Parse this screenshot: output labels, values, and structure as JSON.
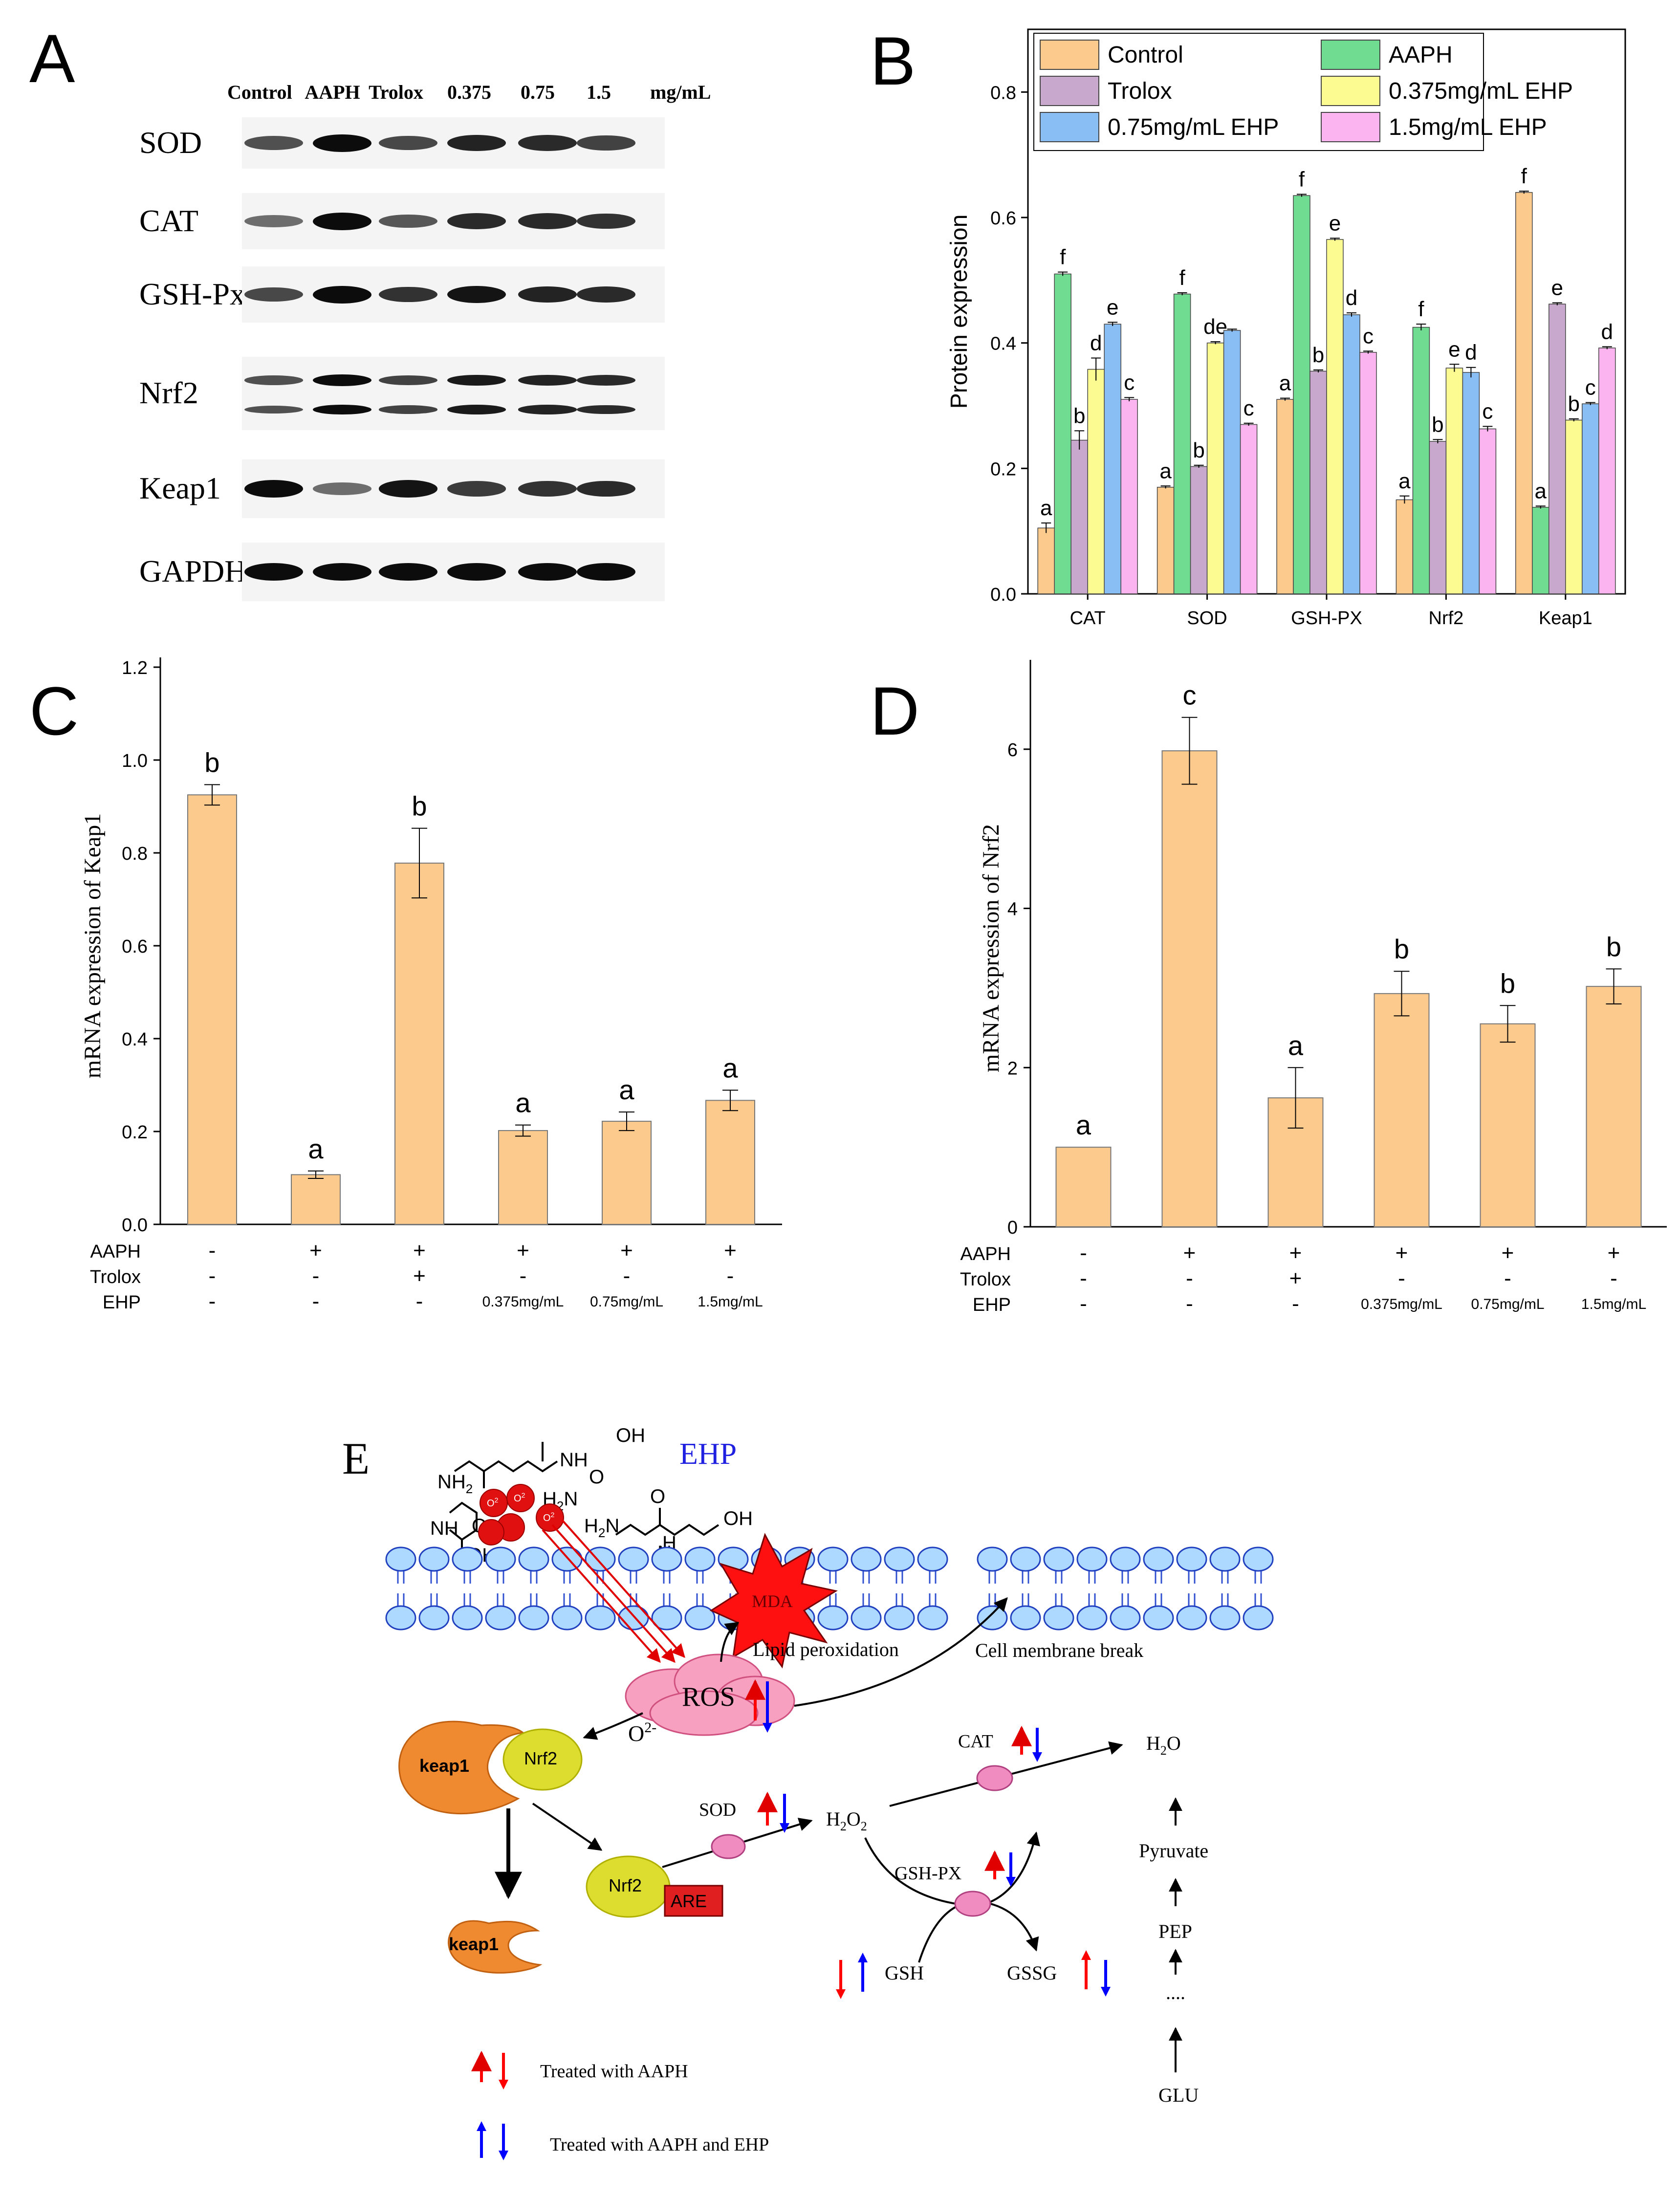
{
  "panels": {
    "A": {
      "label": "A",
      "lanes": [
        "Control",
        "AAPH",
        "Trolox",
        "0.375",
        "0.75",
        "1.5",
        "mg/mL"
      ],
      "rows": [
        {
          "name": "SOD",
          "intensity": [
            0.55,
            1.0,
            0.6,
            0.85,
            0.8,
            0.65
          ]
        },
        {
          "name": "CAT",
          "intensity": [
            0.35,
            1.0,
            0.5,
            0.8,
            0.8,
            0.75
          ]
        },
        {
          "name": "GSH-Px",
          "intensity": [
            0.6,
            1.0,
            0.75,
            0.95,
            0.85,
            0.8
          ]
        },
        {
          "name": "Nrf2",
          "intensity": [
            0.55,
            1.0,
            0.65,
            0.9,
            0.85,
            0.8
          ]
        },
        {
          "name": "Keap1",
          "intensity": [
            1.0,
            0.35,
            0.95,
            0.7,
            0.75,
            0.8
          ]
        },
        {
          "name": "GAPDH",
          "intensity": [
            1.0,
            1.0,
            1.0,
            1.0,
            1.0,
            1.0
          ]
        }
      ]
    },
    "B": {
      "label": "B"
    },
    "C": {
      "label": "C"
    },
    "D": {
      "label": "D"
    },
    "E": {
      "label": "E",
      "ehp": "EHP",
      "mda": "MDA",
      "lipid": "Lipid peroxidation",
      "membrane_break": "Cell membrane break",
      "ros": "ROS",
      "o2": "O",
      "o2_sup": "2-",
      "keap1": "keap1",
      "nrf2": "Nrf2",
      "are": "ARE",
      "sod": "SOD",
      "h2o2": "H",
      "h2o2_mid": "O",
      "cat": "CAT",
      "h2o": "H",
      "h2o_end": "O",
      "gshpx": "GSH-PX",
      "gsh": "GSH",
      "gssg": "GSSG",
      "pyruvate": "Pyruvate",
      "pep": "PEP",
      "dots": "....",
      "glu": "GLU",
      "nh2": "NH",
      "oh": "OH",
      "nh": "NH",
      "o": "O",
      "h2n": "H",
      "n": "N",
      "h": "H",
      "radical": "O",
      "sub2": "2",
      "legend_aaph": "Treated with AAPH",
      "legend_both": "Treated with AAPH and EHP"
    }
  },
  "colors": {
    "Control": "#fcca8c",
    "AAPH": "#6fdc92",
    "Trolox": "#c8a8cc",
    "EHP_0375": "#fbfb92",
    "EHP_075": "#88bef4",
    "EHP_15": "#fcb4f0",
    "up": "#ff0000",
    "down_blue": "#0000ff",
    "membrane": "#add8ff",
    "ros": "#f7a0c0",
    "keap1": "#f08a30",
    "nrf2": "#dddd30",
    "are": "#e02020"
  },
  "chart_data": [
    {
      "id": "B",
      "type": "bar",
      "title": "",
      "xlabel": "",
      "ylabel": "Protein expression",
      "ylim": [
        0,
        0.9
      ],
      "yticks": [
        0.0,
        0.2,
        0.4,
        0.6,
        0.8
      ],
      "ytick_labels": [
        "0.0",
        "0.2",
        "0.4",
        "0.6",
        "0.8"
      ],
      "categories": [
        "CAT",
        "SOD",
        "GSH-PX",
        "Nrf2",
        "Keap1"
      ],
      "legend_position": "top",
      "series": [
        {
          "name": "Control",
          "values": [
            0.105,
            0.17,
            0.31,
            0.15,
            0.64
          ],
          "errors": [
            0.008,
            0.002,
            0.002,
            0.006,
            0.002
          ],
          "letters": [
            "a",
            "a",
            "a",
            "a",
            "f"
          ]
        },
        {
          "name": "AAPH",
          "values": [
            0.51,
            0.478,
            0.635,
            0.425,
            0.138
          ],
          "errors": [
            0.003,
            0.002,
            0.002,
            0.005,
            0.002
          ],
          "letters": [
            "f",
            "f",
            "f",
            "f",
            "a"
          ]
        },
        {
          "name": "Trolox",
          "values": [
            0.245,
            0.203,
            0.355,
            0.243,
            0.462
          ],
          "errors": [
            0.015,
            0.002,
            0.002,
            0.003,
            0.002
          ],
          "letters": [
            "b",
            "b",
            "b",
            "b",
            "e"
          ]
        },
        {
          "name": "0.375mg/mL EHP",
          "values": [
            0.358,
            0.4,
            0.565,
            0.36,
            0.277
          ],
          "errors": [
            0.018,
            0.002,
            0.002,
            0.006,
            0.002
          ],
          "letters": [
            "d",
            "de",
            "e",
            "e",
            "b"
          ]
        },
        {
          "name": "0.75mg/mL EHP",
          "values": [
            0.43,
            0.42,
            0.445,
            0.353,
            0.303
          ],
          "errors": [
            0.003,
            0.002,
            0.003,
            0.008,
            0.002
          ],
          "letters": [
            "e",
            "",
            "d",
            "d",
            "c"
          ]
        },
        {
          "name": "1.5mg/mL EHP",
          "values": [
            0.31,
            0.27,
            0.385,
            0.263,
            0.392
          ],
          "errors": [
            0.003,
            0.002,
            0.002,
            0.004,
            0.002
          ],
          "letters": [
            "c",
            "c",
            "c",
            "c",
            "d"
          ]
        }
      ]
    },
    {
      "id": "C",
      "type": "bar",
      "title": "",
      "xlabel": "",
      "ylabel": "mRNA expression of Keap1",
      "ylim": [
        0,
        1.2
      ],
      "yticks": [
        0.0,
        0.2,
        0.4,
        0.6,
        0.8,
        1.0,
        1.2
      ],
      "ytick_labels": [
        "0.0",
        "0.2",
        "0.4",
        "0.6",
        "0.8",
        "1.0",
        "1.2"
      ],
      "values": [
        0.925,
        0.107,
        0.778,
        0.202,
        0.222,
        0.267
      ],
      "errors": [
        0.022,
        0.008,
        0.075,
        0.012,
        0.02,
        0.022
      ],
      "letters": [
        "b",
        "a",
        "b",
        "a",
        "a",
        "a"
      ],
      "rows": [
        {
          "label": "AAPH",
          "values": [
            "-",
            "+",
            "+",
            "+",
            "+",
            "+"
          ]
        },
        {
          "label": "Trolox",
          "values": [
            "-",
            "-",
            "+",
            "-",
            "-",
            "-"
          ]
        },
        {
          "label": "EHP",
          "values": [
            "-",
            "-",
            "-",
            "0.375mg/mL",
            "0.75mg/mL",
            "1.5mg/mL"
          ]
        }
      ]
    },
    {
      "id": "D",
      "type": "bar",
      "title": "",
      "xlabel": "",
      "ylabel": "mRNA expression of Nrf2",
      "ylim": [
        0,
        7
      ],
      "yticks": [
        0,
        2,
        4,
        6
      ],
      "ytick_labels": [
        "0",
        "2",
        "4",
        "6"
      ],
      "values": [
        1.0,
        5.98,
        1.62,
        2.93,
        2.55,
        3.02
      ],
      "errors": [
        0.0,
        0.42,
        0.38,
        0.28,
        0.23,
        0.22
      ],
      "letters": [
        "a",
        "c",
        "a",
        "b",
        "b",
        "b"
      ],
      "rows": [
        {
          "label": "AAPH",
          "values": [
            "-",
            "+",
            "+",
            "+",
            "+",
            "+"
          ]
        },
        {
          "label": "Trolox",
          "values": [
            "-",
            "-",
            "+",
            "-",
            "-",
            "-"
          ]
        },
        {
          "label": "EHP",
          "values": [
            "-",
            "-",
            "-",
            "0.375mg/mL",
            "0.75mg/mL",
            "1.5mg/mL"
          ]
        }
      ]
    }
  ]
}
